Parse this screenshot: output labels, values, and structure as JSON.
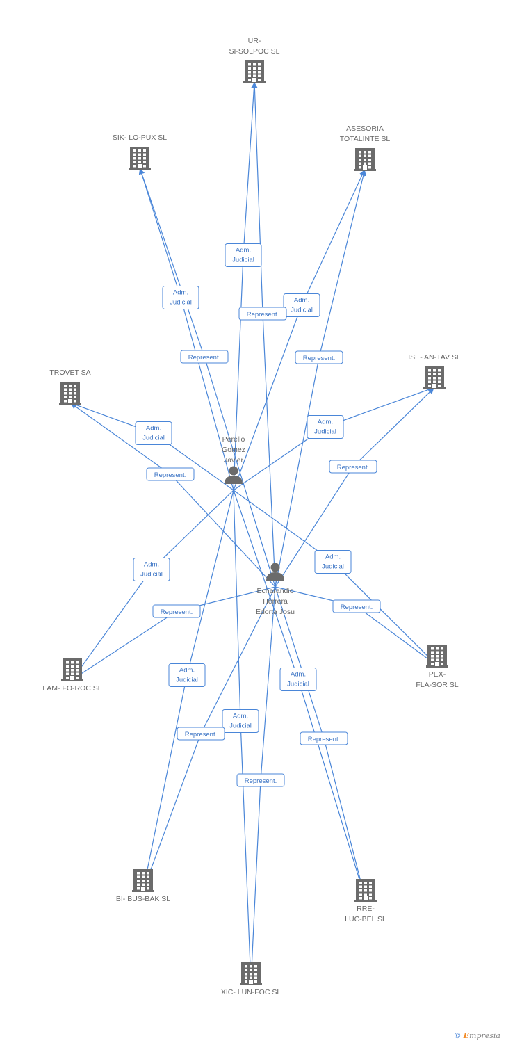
{
  "colors": {
    "edge": "#4a86d8",
    "icon": "#6b6b6b",
    "label": "#666666"
  },
  "nodes": [
    {
      "id": "ur",
      "type": "company",
      "label": [
        "UR-",
        "SI-SOLPOC SL"
      ],
      "icon": "building-icon"
    },
    {
      "id": "sik",
      "type": "company",
      "label": [
        "SIK- LO-PUX SL"
      ],
      "icon": "building-icon"
    },
    {
      "id": "ases",
      "type": "company",
      "label": [
        "ASESORIA",
        "TOTALINTE SL"
      ],
      "icon": "building-icon"
    },
    {
      "id": "trovet",
      "type": "company",
      "label": [
        "TROVET SA"
      ],
      "icon": "building-icon"
    },
    {
      "id": "ise",
      "type": "company",
      "label": [
        "ISE- AN-TAV SL"
      ],
      "icon": "building-icon"
    },
    {
      "id": "lam",
      "type": "company",
      "label": [
        "LAM- FO-ROC SL"
      ],
      "icon": "building-icon"
    },
    {
      "id": "pex",
      "type": "company",
      "label": [
        "PEX-",
        "FLA-SOR SL"
      ],
      "icon": "building-icon"
    },
    {
      "id": "bi",
      "type": "company",
      "label": [
        "BI- BUS-BAK SL"
      ],
      "icon": "building-icon"
    },
    {
      "id": "rre",
      "type": "company",
      "label": [
        "RRE-",
        "LUC-BEL SL"
      ],
      "icon": "building-icon"
    },
    {
      "id": "xic",
      "type": "company",
      "label": [
        "XIC- LUN-FOC SL"
      ],
      "icon": "building-icon"
    },
    {
      "id": "perello",
      "type": "person",
      "label": [
        "Perello",
        "Gomez",
        "Javier"
      ],
      "icon": "person-icon"
    },
    {
      "id": "echarandio",
      "type": "person",
      "label": [
        "Echarandio",
        "Herrera",
        "Edorta Josu"
      ],
      "icon": "person-icon"
    }
  ],
  "edges": [
    {
      "from": "perello",
      "to": "ur",
      "label": [
        "Adm.",
        "Judicial"
      ]
    },
    {
      "from": "perello",
      "to": "sik",
      "label": [
        "Adm.",
        "Judicial"
      ]
    },
    {
      "from": "perello",
      "to": "ases",
      "label": [
        "Adm.",
        "Judicial"
      ]
    },
    {
      "from": "perello",
      "to": "trovet",
      "label": [
        "Adm.",
        "Judicial"
      ]
    },
    {
      "from": "perello",
      "to": "ise",
      "label": [
        "Adm.",
        "Judicial"
      ]
    },
    {
      "from": "perello",
      "to": "lam",
      "label": [
        "Adm.",
        "Judicial"
      ]
    },
    {
      "from": "perello",
      "to": "pex",
      "label": [
        "Adm.",
        "Judicial"
      ]
    },
    {
      "from": "perello",
      "to": "bi",
      "label": [
        "Adm.",
        "Judicial"
      ]
    },
    {
      "from": "perello",
      "to": "xic",
      "label": [
        "Adm.",
        "Judicial"
      ]
    },
    {
      "from": "perello",
      "to": "rre",
      "label": [
        "Adm.",
        "Judicial"
      ]
    },
    {
      "from": "echarandio",
      "to": "ur",
      "label": [
        "Represent."
      ]
    },
    {
      "from": "echarandio",
      "to": "sik",
      "label": [
        "Represent."
      ]
    },
    {
      "from": "echarandio",
      "to": "ases",
      "label": [
        "Represent."
      ]
    },
    {
      "from": "echarandio",
      "to": "trovet",
      "label": [
        "Represent."
      ]
    },
    {
      "from": "echarandio",
      "to": "ise",
      "label": [
        "Represent."
      ]
    },
    {
      "from": "echarandio",
      "to": "lam",
      "label": [
        "Represent."
      ]
    },
    {
      "from": "echarandio",
      "to": "pex",
      "label": [
        "Represent."
      ]
    },
    {
      "from": "echarandio",
      "to": "bi",
      "label": [
        "Represent."
      ]
    },
    {
      "from": "echarandio",
      "to": "xic",
      "label": [
        "Represent."
      ]
    },
    {
      "from": "echarandio",
      "to": "rre",
      "label": [
        "Represent."
      ]
    }
  ],
  "footer": {
    "copyright": "©",
    "brand_initial": "E",
    "brand_rest": "mpresia"
  }
}
